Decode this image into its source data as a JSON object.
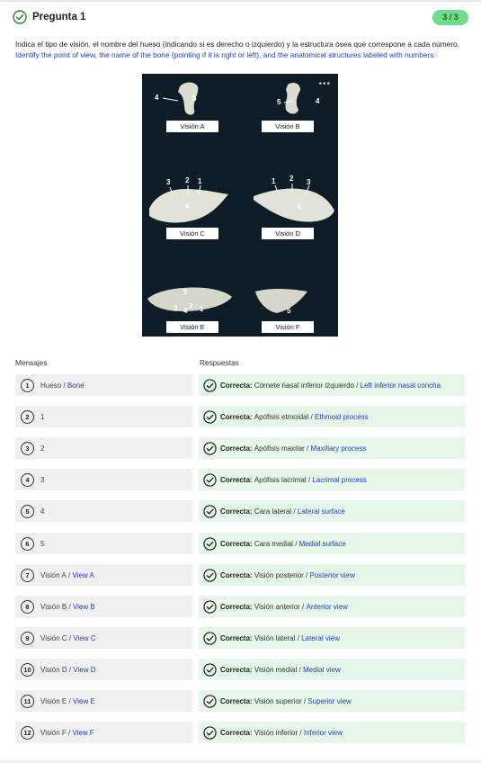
{
  "question": {
    "title": "Pregunta 1",
    "score": "3 / 3"
  },
  "instructions": {
    "es": "Indica el tipo de visión, el nombre del hueso (indicando si es derecho o izquierdo) y la estructura ósea que correspone a cada número.",
    "en": "Identify the point of view, the name of the bone (pointing if it is right or left), and the anatomical structures labeled with numbers."
  },
  "figure": {
    "menu": "•••",
    "views": {
      "a": {
        "label": "Visión A",
        "numbers": [
          "4",
          "5"
        ]
      },
      "b": {
        "label": "Visión B",
        "numbers": [
          "5",
          "4"
        ]
      },
      "c": {
        "label": "Visión C",
        "numbers": [
          "3",
          "2",
          "1",
          "4"
        ]
      },
      "d": {
        "label": "Visión D",
        "numbers": [
          "1",
          "2",
          "3",
          "5"
        ]
      },
      "e": {
        "label": "Visión E",
        "numbers": [
          "5",
          "3",
          "4",
          "2",
          "1"
        ]
      },
      "f": {
        "label": "Visión F",
        "numbers": [
          "5"
        ]
      }
    }
  },
  "columns": {
    "left": "Mensajes",
    "right": "Respuestas"
  },
  "correct_label": "Correcta:",
  "separator": "/",
  "rows": [
    {
      "n": "1",
      "prompt_es": "Hueso",
      "prompt_en": "Bone",
      "answer_es": "Cornete nasal inferior izquierdo",
      "answer_en": "Left inferior nasal concha"
    },
    {
      "n": "2",
      "prompt_es": "1",
      "prompt_en": "",
      "answer_es": "Apófisis etmoidal",
      "answer_en": "Ethmoid process"
    },
    {
      "n": "3",
      "prompt_es": "2",
      "prompt_en": "",
      "answer_es": "Apófisis maxilar",
      "answer_en": "Maxillary process"
    },
    {
      "n": "4",
      "prompt_es": "3",
      "prompt_en": "",
      "answer_es": "Apófisis lacrimal",
      "answer_en": "Lacrimal process"
    },
    {
      "n": "5",
      "prompt_es": "4",
      "prompt_en": "",
      "answer_es": "Cara lateral",
      "answer_en": "Lateral surface"
    },
    {
      "n": "6",
      "prompt_es": "5",
      "prompt_en": "",
      "answer_es": "Cara medial",
      "answer_en": "Medial surface"
    },
    {
      "n": "7",
      "prompt_es": "Visión A",
      "prompt_en": "View A",
      "answer_es": "Visión posterior",
      "answer_en": "Posterior view"
    },
    {
      "n": "8",
      "prompt_es": "Visión B",
      "prompt_en": "View B",
      "answer_es": "Visión anterior",
      "answer_en": "Anterior view"
    },
    {
      "n": "9",
      "prompt_es": "Visión C",
      "prompt_en": "View C",
      "answer_es": "Visión lateral",
      "answer_en": "Lateral view"
    },
    {
      "n": "10",
      "prompt_es": "Visión D",
      "prompt_en": "View D",
      "answer_es": "Visión medial",
      "answer_en": "Medial view"
    },
    {
      "n": "11",
      "prompt_es": "Visión E",
      "prompt_en": "View E",
      "answer_es": "Visión superior",
      "answer_en": "Superior view"
    },
    {
      "n": "12",
      "prompt_es": "Visión F",
      "prompt_en": "View F",
      "answer_es": "Visión inferior",
      "answer_en": "Inferior view"
    }
  ],
  "colors": {
    "success": "#2e7d3a",
    "score_badge": "#6fdc8c",
    "answer_bg": "#e6f6e8",
    "message_bg": "#f0f0f0",
    "english_text": "#1f3fd6",
    "figure_bg": "#0e1c28"
  }
}
